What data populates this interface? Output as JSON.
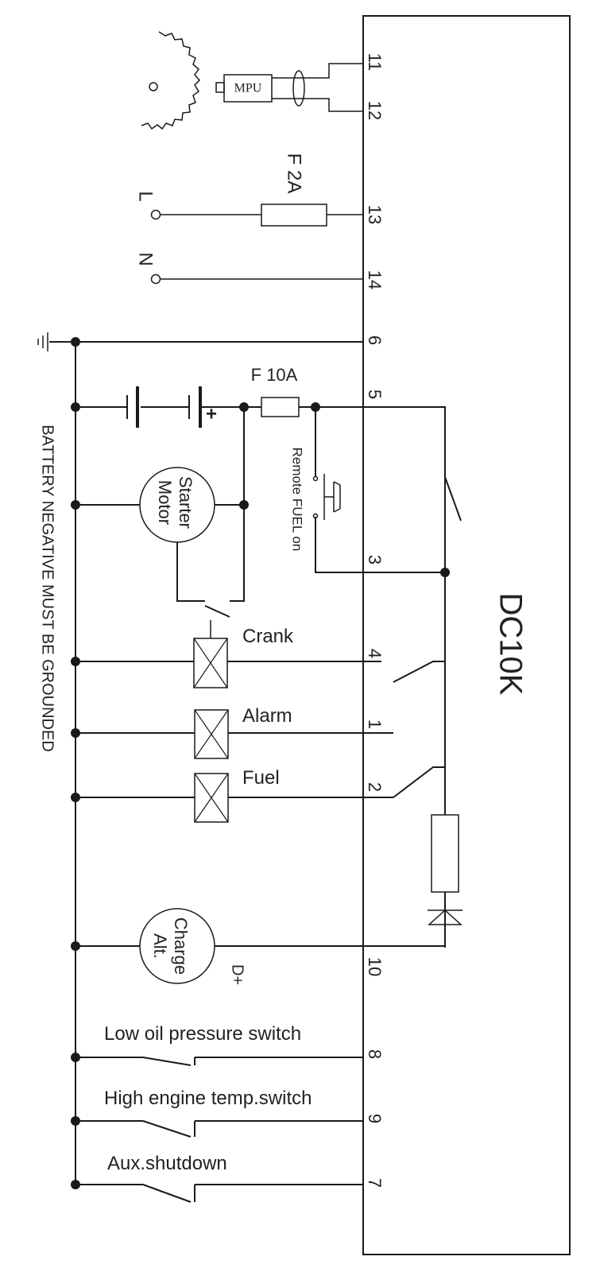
{
  "controller": {
    "name": "DC10K"
  },
  "terminals": [
    {
      "id": "t11",
      "number": "11"
    },
    {
      "id": "t12",
      "number": "12"
    },
    {
      "id": "t13",
      "number": "13"
    },
    {
      "id": "t14",
      "number": "14"
    },
    {
      "id": "t6",
      "number": "6"
    },
    {
      "id": "t5",
      "number": "5"
    },
    {
      "id": "t3",
      "number": "3"
    },
    {
      "id": "t4",
      "number": "4"
    },
    {
      "id": "t1",
      "number": "1"
    },
    {
      "id": "t2",
      "number": "2"
    },
    {
      "id": "t10",
      "number": "10"
    },
    {
      "id": "t8",
      "number": "8"
    },
    {
      "id": "t9",
      "number": "9"
    },
    {
      "id": "t7",
      "number": "7"
    }
  ],
  "labels": {
    "mpu": "MPU",
    "fuse_f2a": "F 2A",
    "line": "L",
    "neutral": "N",
    "fuse_f10a": "F 10A",
    "battery_plus": "+",
    "starter_line1": "Starter",
    "starter_line2": "Motor",
    "remote_fuel": "Remote FUEL on",
    "crank": "Crank",
    "alarm": "Alarm",
    "fuel": "Fuel",
    "charge_line1": "Charge",
    "charge_line2": "Alt.",
    "d_plus": "D+",
    "low_oil": "Low oil pressure switch",
    "high_temp": "High engine temp.switch",
    "aux": "Aux.shutdown",
    "ground_note": "BATTERY NEGATIVE MUST BE GROUNDED"
  }
}
